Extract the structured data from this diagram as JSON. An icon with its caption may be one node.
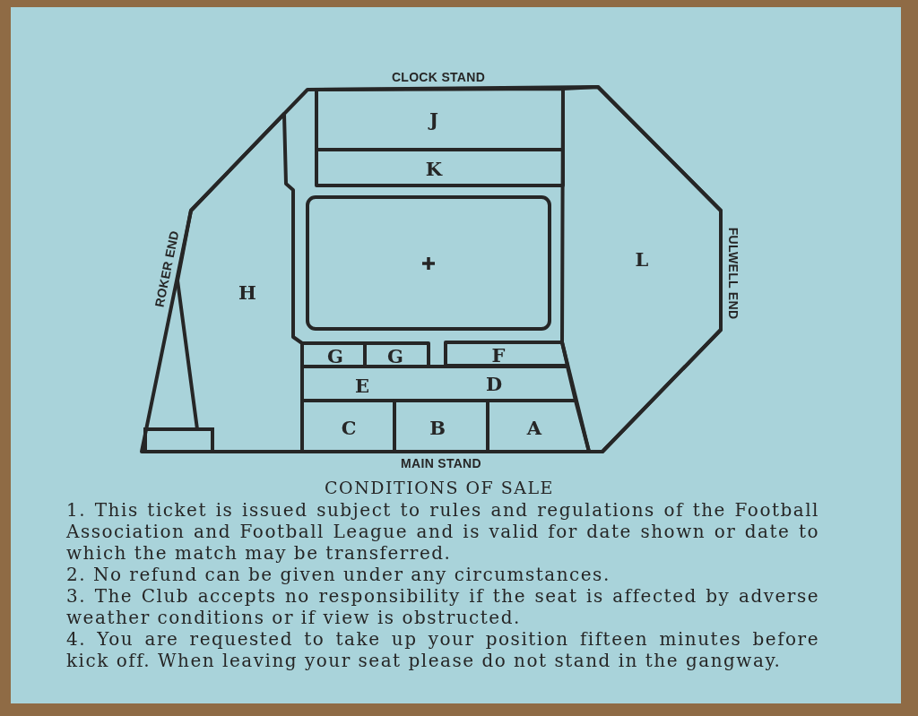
{
  "diagram": {
    "nodes": [
      {
        "text": [
          "J"
        ]
      },
      {
        "text": [
          "K"
        ]
      },
      {
        "text": [
          "H"
        ]
      },
      {
        "text": [],
        "shape": "box"
      },
      {
        "text": [
          "L"
        ]
      },
      {
        "text": [
          "G"
        ]
      },
      {
        "text": [
          "G"
        ]
      },
      {
        "text": [
          "F"
        ]
      },
      {
        "text": [
          "E",
          "D"
        ]
      },
      {
        "text": [
          "C"
        ]
      },
      {
        "text": [
          "B"
        ]
      },
      {
        "text": [
          "A"
        ]
      },
      {
        "text": [],
        "shape": "box"
      }
    ],
    "labels": [
      "CLOCK STAND",
      "ROKER END",
      "FULWELL END",
      "MAIN STAND",
      "CONDITIONS OF SALE",
      "1. This ticket is issued subject to rules and regulations of the Football Association and Football League and is valid for date shown or date to which the match may be transferred.",
      "2. No refund can be given under any circumstances.",
      "3. The Club accepts no responsibility if the seat is affected by adverse weather conditions or if view is obstructed.",
      "4. You are requested to take up your position fifteen minutes before kick off. When leaving your seat please do not stand in the gangway."
    ]
  }
}
